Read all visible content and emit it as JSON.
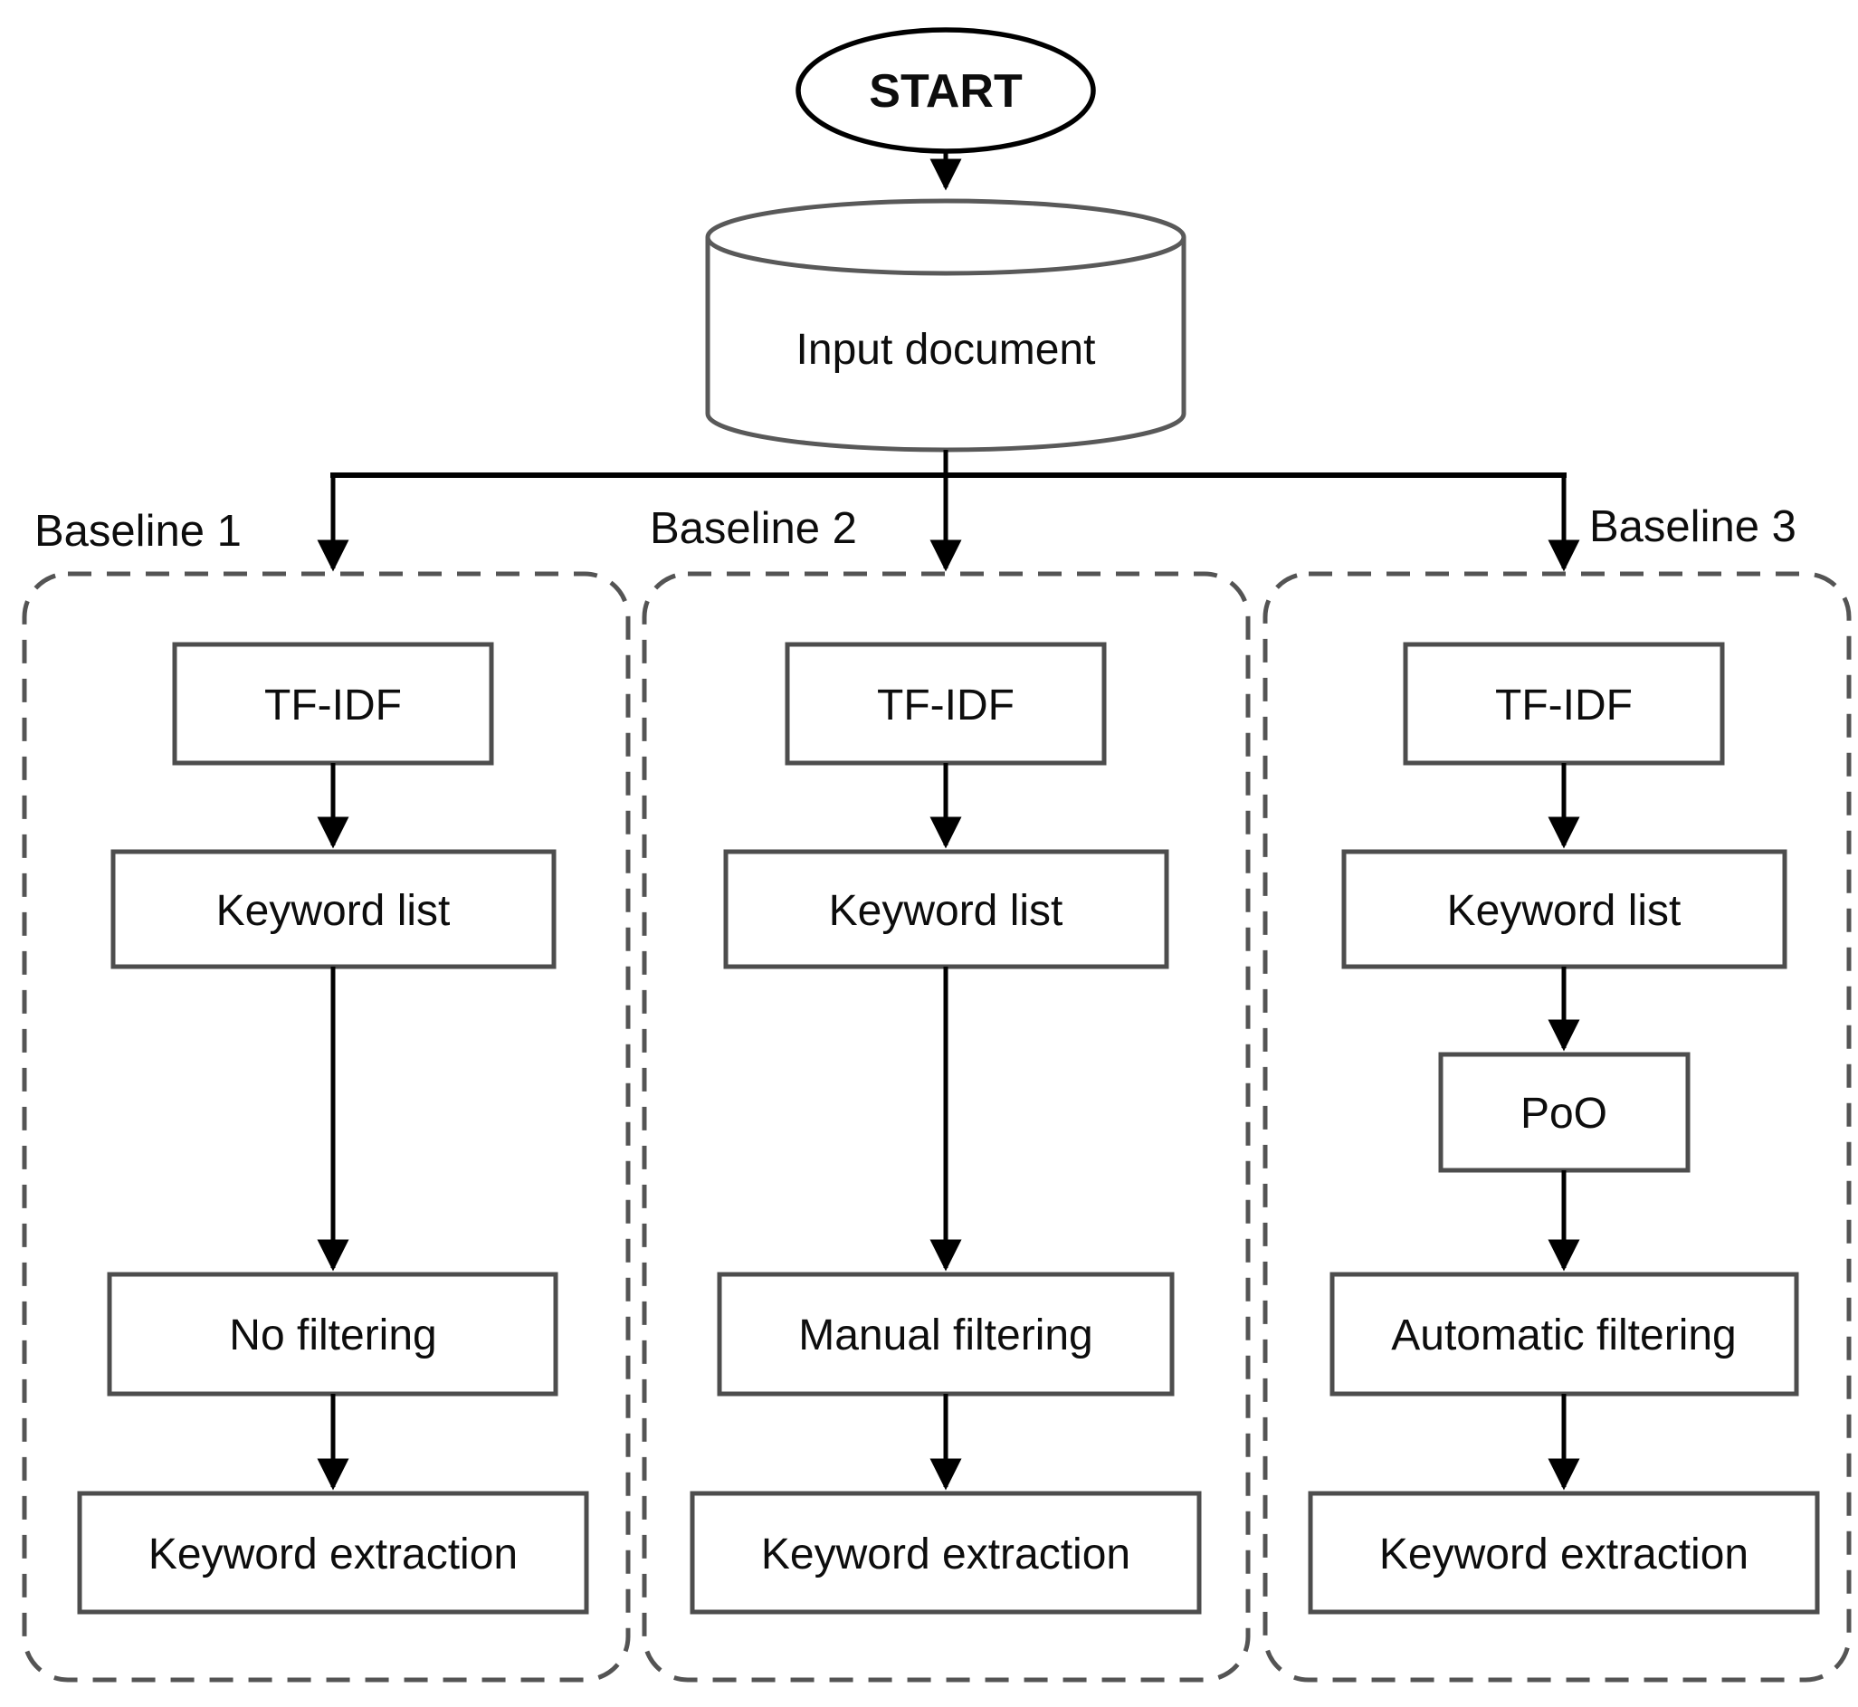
{
  "diagram": {
    "start_label": "START",
    "input_label": "Input document",
    "columns": [
      {
        "label": "Baseline 1",
        "steps": [
          "TF-IDF",
          "Keyword list",
          "No filtering",
          "Keyword extraction"
        ]
      },
      {
        "label": "Baseline 2",
        "steps": [
          "TF-IDF",
          "Keyword list",
          "Manual filtering",
          "Keyword extraction"
        ]
      },
      {
        "label": "Baseline 3",
        "steps": [
          "TF-IDF",
          "Keyword list",
          "PoO",
          "Automatic filtering",
          "Keyword extraction"
        ]
      }
    ],
    "colors": {
      "box_stroke": "#4d4d4d",
      "container_stroke": "#545454",
      "cylinder_stroke": "#595959",
      "line": "#000000",
      "text": "#0d0d0d",
      "background": "#ffffff"
    }
  }
}
